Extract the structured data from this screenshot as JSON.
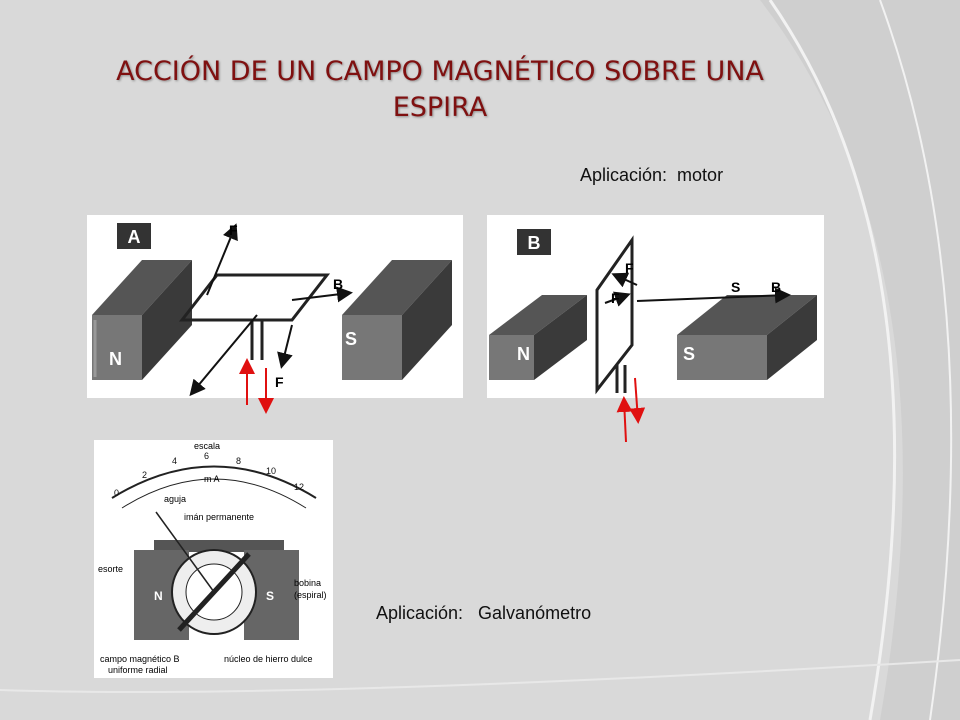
{
  "slide": {
    "title_line1": "ACCIÓN DE UN CAMPO MAGNÉTICO SOBRE UNA",
    "title_line2": "ESPIRA",
    "caption_motor": "Aplicación:  motor",
    "caption_galv": "Aplicación:   Galvanómetro",
    "colors": {
      "title": "#7f1010",
      "arrow": "#e01010",
      "background": "#d9d9d9"
    }
  },
  "diagram_a": {
    "badge": "A",
    "pole_n": "N",
    "pole_s": "S",
    "force_top": "F",
    "force_bottom": "F",
    "field": "B"
  },
  "diagram_b": {
    "badge": "B",
    "pole_n": "N",
    "pole_s": "S",
    "force_1": "F",
    "force_2": "F",
    "field_s": "S",
    "field_b": "B"
  },
  "galvanometer": {
    "scale_label": "escala",
    "ticks": [
      "0",
      "2",
      "4",
      "6",
      "8",
      "10",
      "12"
    ],
    "unit": "m A",
    "needle_label": "aguja",
    "magnet_label": "imán permanente",
    "spring_label": "esorte",
    "coil_label_1": "bobina",
    "coil_label_2": "(espiral)",
    "field_label_1": "campo magnético B",
    "field_label_2": "uniforme radial",
    "core_label": "núcleo de hierro dulce",
    "pole_n": "N",
    "pole_s": "S"
  }
}
